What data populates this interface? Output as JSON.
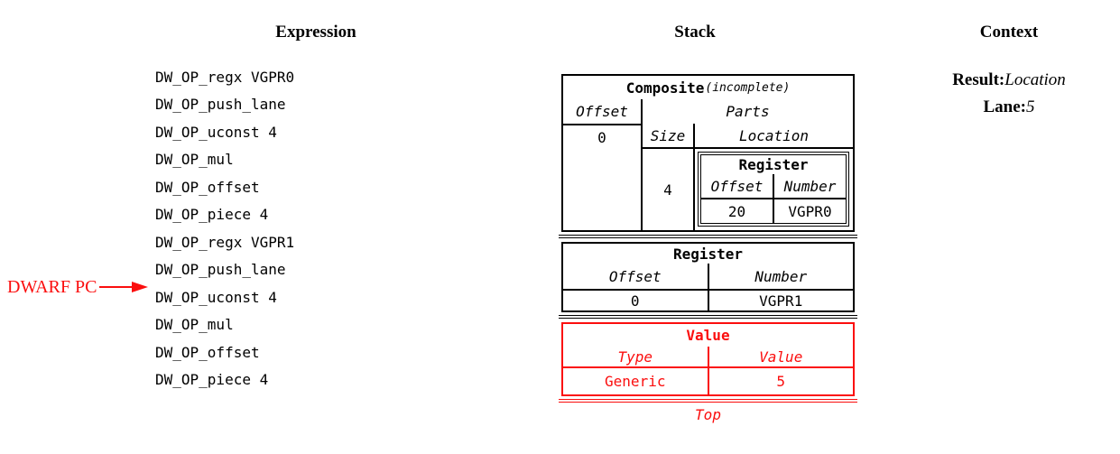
{
  "columns": {
    "expression": {
      "title": "Expression"
    },
    "stack": {
      "title": "Stack"
    },
    "context": {
      "title": "Context"
    }
  },
  "expression": {
    "ops": [
      "DW_OP_regx VGPR0",
      "DW_OP_push_lane",
      "DW_OP_uconst 4",
      "DW_OP_mul",
      "DW_OP_offset",
      "DW_OP_piece 4",
      "DW_OP_regx VGPR1",
      "DW_OP_push_lane",
      "DW_OP_uconst 4",
      "DW_OP_mul",
      "DW_OP_offset",
      "DW_OP_piece 4"
    ],
    "pc_label": "DWARF PC",
    "pc_before_op_index": 8
  },
  "stack": {
    "composite": {
      "title": "Composite",
      "title_suffix": "(incomplete)",
      "offset_header": "Offset",
      "offset_value": "0",
      "parts_header": "Parts",
      "size_header": "Size",
      "size_value": "4",
      "location_header": "Location",
      "nested_register": {
        "title": "Register",
        "offset_header": "Offset",
        "offset_value": "20",
        "number_header": "Number",
        "number_value": "VGPR0"
      }
    },
    "register": {
      "title": "Register",
      "offset_header": "Offset",
      "offset_value": "0",
      "number_header": "Number",
      "number_value": "VGPR1"
    },
    "value": {
      "title": "Value",
      "type_header": "Type",
      "type_value": "Generic",
      "value_header": "Value",
      "value_value": "5"
    },
    "top_label": "Top"
  },
  "context": {
    "result_label": "Result:",
    "result_value": "Location",
    "lane_label": "Lane:",
    "lane_value": "5"
  },
  "colors": {
    "accent_red": "#fb0e0e",
    "foreground": "#000000"
  }
}
